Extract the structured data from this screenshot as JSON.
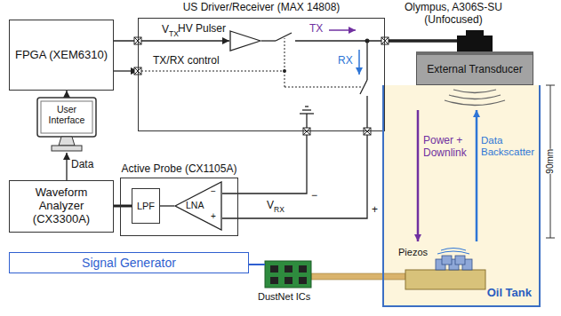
{
  "diagram": {
    "nodes": [
      {
        "text": [
          "FPGA (XEM6310)"
        ]
      },
      {
        "text": [
          "US Driver/Receiver (MAX 14808)"
        ]
      },
      {
        "text": [
          "HV Pulser"
        ],
        "in": 1
      },
      {
        "text": [
          "External Transducer"
        ]
      },
      {
        "text": [
          "User Interface"
        ]
      },
      {
        "text": [
          "Active Probe (CX1105A)"
        ]
      },
      {
        "text": [
          "LPF"
        ],
        "in": 5
      },
      {
        "text": [
          "LNA"
        ],
        "in": 5
      },
      {
        "text": [
          "Waveform Analyzer (CX3300A)"
        ]
      },
      {
        "text": [
          "Oil Tank"
        ]
      },
      {
        "text": [
          "Signal Generator"
        ]
      }
    ],
    "edges": [
      {
        "from": 0,
        "to": 2,
        "arrow": "to"
      },
      {
        "from": 0,
        "to": 1,
        "arrow": "to"
      },
      {
        "from": 4,
        "to": 0,
        "arrow": "to"
      },
      {
        "from": 8,
        "to": 4,
        "arrow": "to",
        "label": "Data"
      },
      {
        "from": 1,
        "to": 3,
        "arrow": "none"
      },
      {
        "from": 1,
        "to": 7,
        "arrow": "none"
      },
      {
        "from": 1,
        "to": 7,
        "arrow": "none"
      },
      {
        "from": 6,
        "to": 8,
        "arrow": "none"
      },
      {
        "from": 7,
        "to": 6,
        "arrow": "none"
      }
    ],
    "labels": [
      "V",
      "TX",
      "TX",
      "TX/RX control",
      "RX",
      "Olympus, A306S-SU (Unfocused)",
      "Power + Downlink",
      "Data Backscatter",
      "90mm",
      "−",
      "+",
      "−",
      "V",
      "RX",
      "+",
      "Piezos",
      "DustNet ICs"
    ]
  }
}
